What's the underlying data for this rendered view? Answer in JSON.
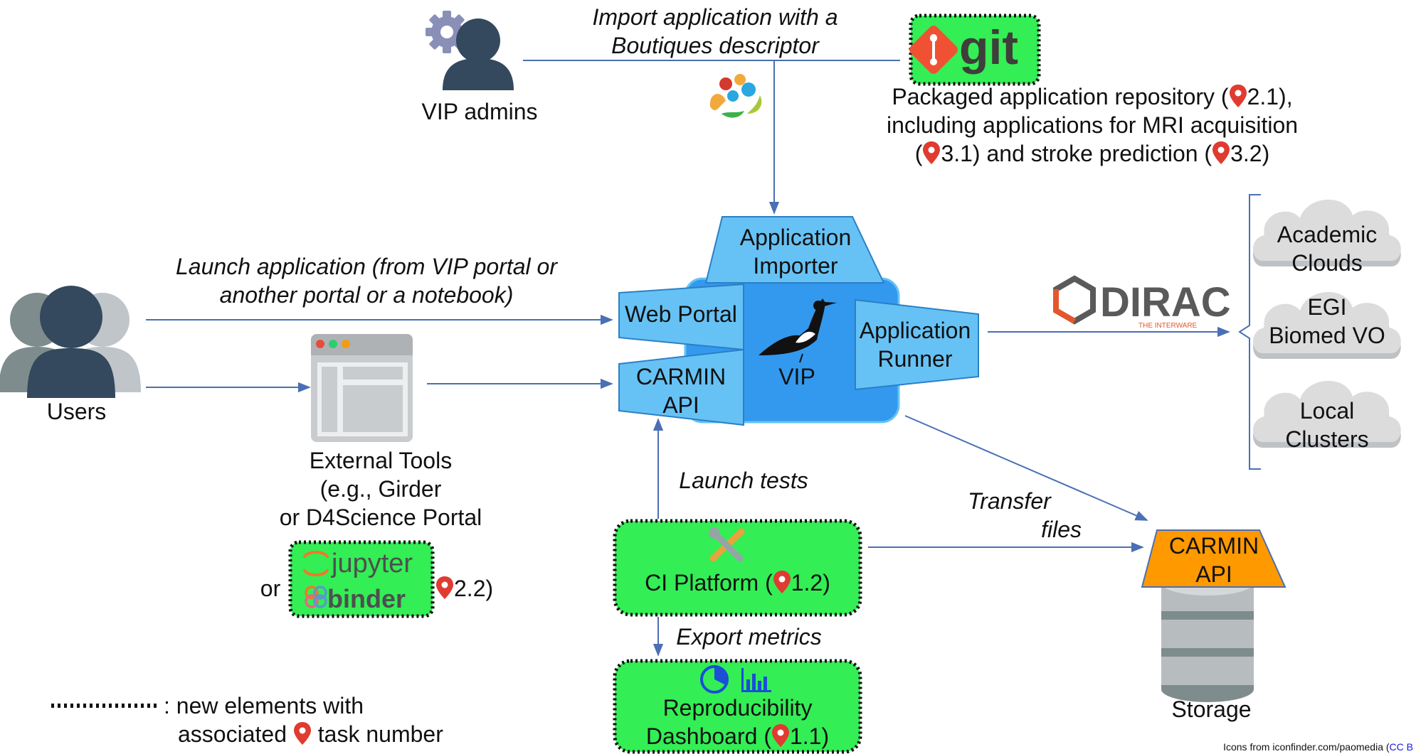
{
  "vip_admins": {
    "label": "VIP admins"
  },
  "import_label": {
    "line1": "Import application with a",
    "line2": "Boutiques descriptor"
  },
  "git": {
    "text": "git"
  },
  "repo_label": {
    "line1_a": "Packaged application repository (",
    "line1_task": "2.1",
    "line1_b": "),",
    "line2": "including applications for MRI acquisition",
    "line3_a": "(",
    "line3_task1": "3.1",
    "line3_b": ") and stroke prediction (",
    "line3_task2": "3.2",
    "line3_c": ")"
  },
  "vip": {
    "importer_line1": "Application",
    "importer_line2": "Importer",
    "web_portal": "Web Portal",
    "carmin_line1": "CARMIN",
    "carmin_line2": "API",
    "center": "VIP",
    "runner_line1": "Application",
    "runner_line2": "Runner"
  },
  "launch_label": {
    "line1": "Launch application (from VIP portal or",
    "line2": "another portal or a notebook)"
  },
  "users": {
    "label": "Users"
  },
  "external_tools": {
    "line1": "External Tools",
    "line2": "(e.g., Girder",
    "line3": "or D4Science Portal",
    "or": "or",
    "jupyter": "jupyter",
    "binder": "binder",
    "task_a": "",
    "task": "2.2",
    "task_b": ")"
  },
  "dirac": {
    "name": "DIRAC",
    "tagline": "THE INTERWARE"
  },
  "clouds": [
    {
      "line1": "Academic",
      "line2": "Clouds"
    },
    {
      "line1": "EGI",
      "line2": "Biomed VO"
    },
    {
      "line1": "Local",
      "line2": "Clusters"
    }
  ],
  "launch_tests": {
    "label": "Launch tests"
  },
  "ci_platform": {
    "label_a": "CI Platform (",
    "task": "1.2",
    "label_b": ")"
  },
  "export_metrics": {
    "label": "Export metrics"
  },
  "dashboard": {
    "line1": "Reproducibility",
    "line2_a": "Dashboard (",
    "task": "1.1",
    "line2_b": ")"
  },
  "transfer_files": {
    "line1": "Transfer",
    "line2": "files"
  },
  "storage": {
    "carmin_line1": "CARMIN",
    "carmin_line2": "API",
    "label": "Storage"
  },
  "legend": {
    "line1": ": new elements with",
    "line2_a": "associated",
    "line2_b": "task number"
  },
  "footer": {
    "text": "Icons from iconfinder.com/paomedia (",
    "link": "CC B"
  },
  "colors": {
    "arrow": "#4a6fb5",
    "vip_blue": "#3399ee",
    "light_blue": "#66c2f5",
    "green_box": "#33ee55",
    "orange": "#ff9900",
    "pin_red": "#e03b30",
    "user_dark": "#34495e"
  }
}
